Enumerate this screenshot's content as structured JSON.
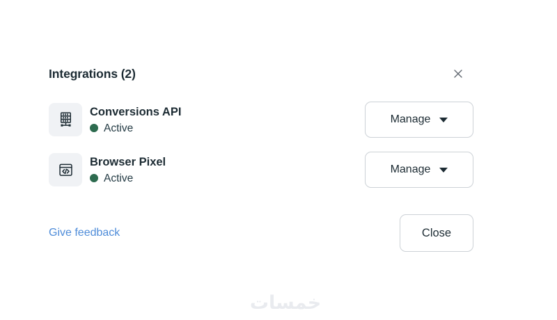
{
  "dialog": {
    "title": "Integrations (2)",
    "close_icon": "close-icon",
    "integrations": [
      {
        "name": "Conversions API",
        "status": "Active",
        "icon": "server-icon",
        "action_label": "Manage"
      },
      {
        "name": "Browser Pixel",
        "status": "Active",
        "icon": "code-window-icon",
        "action_label": "Manage"
      }
    ],
    "feedback_link": "Give feedback",
    "close_label": "Close"
  },
  "watermark": {
    "text": "خمسات"
  },
  "colors": {
    "text_primary": "#1c2b33",
    "status_active_green": "#2d6b4f",
    "link_blue": "#4e8cd9",
    "button_border": "#ccd1d6",
    "icon_background": "#f0f2f5",
    "close_x_gray": "#606770",
    "watermark_gray": "#e9ebef"
  }
}
